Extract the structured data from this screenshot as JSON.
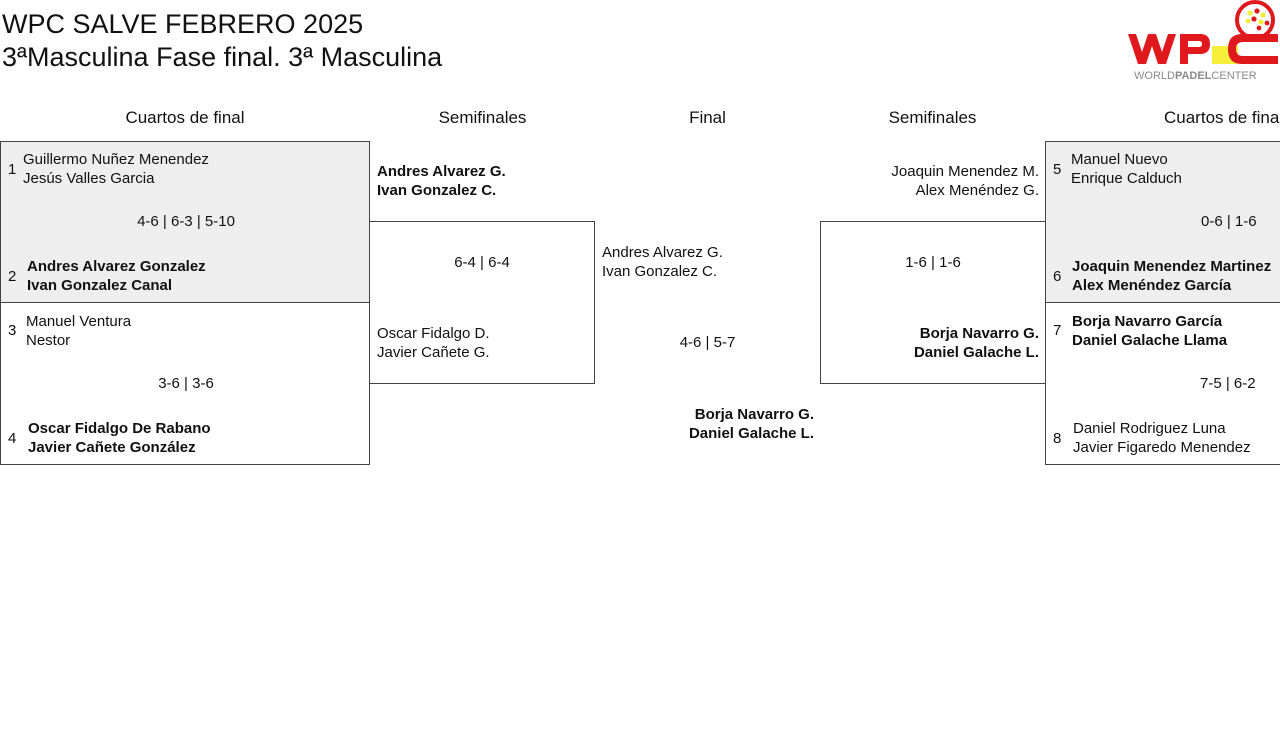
{
  "header": {
    "title_line1": "WPC SALVE FEBRERO 2025",
    "title_line2": "3ªMasculina Fase final. 3ª Masculina"
  },
  "logo": {
    "text_wpc": "WPC",
    "text_world": "WORLD",
    "text_padel": "PADEL",
    "text_center": "CENTER",
    "colors": {
      "red": "#e0191f",
      "yellow": "#f5ee3a",
      "gray": "#8a8a8a"
    }
  },
  "columns": {
    "left_quarters": "Cuartos de final",
    "left_semis": "Semifinales",
    "final": "Final",
    "right_semis": "Semifinales",
    "right_quarters": "Cuartos de final"
  },
  "left_quarters": [
    {
      "score": "4-6 | 6-3 | 5-10",
      "top": {
        "seed": "1",
        "p1": "Guillermo Nuñez Menendez",
        "p2": "Jesús Valles Garcia"
      },
      "bottom": {
        "seed": "2",
        "p1": "Andres Alvarez Gonzalez",
        "p2": "Ivan Gonzalez Canal"
      }
    },
    {
      "score": "3-6 | 3-6",
      "top": {
        "seed": "3",
        "p1": "Manuel Ventura",
        "p2": "Nestor"
      },
      "bottom": {
        "seed": "4",
        "p1": "Oscar Fidalgo De Rabano",
        "p2": "Javier Cañete González"
      }
    }
  ],
  "right_quarters": [
    {
      "score": "0-6 | 1-6",
      "top": {
        "seed": "5",
        "p1": "Manuel Nuevo",
        "p2": "Enrique Calduch"
      },
      "bottom": {
        "seed": "6",
        "p1": "Joaquin Menendez Martinez",
        "p2": "Alex Menéndez García"
      }
    },
    {
      "score": "7-5 | 6-2",
      "top": {
        "seed": "7",
        "p1": "Borja Navarro García",
        "p2": "Daniel Galache Llama"
      },
      "bottom": {
        "seed": "8",
        "p1": "Daniel Rodriguez Luna",
        "p2": "Javier Figaredo Menendez"
      }
    }
  ],
  "left_semi": {
    "score": "6-4 | 6-4",
    "top": {
      "p1": "Andres Alvarez G.",
      "p2": "Ivan Gonzalez C."
    },
    "bottom": {
      "p1": "Oscar Fidalgo D.",
      "p2": "Javier Cañete G."
    }
  },
  "right_semi": {
    "score": "1-6 | 1-6",
    "top": {
      "p1": "Joaquin Menendez M.",
      "p2": "Alex Menéndez G."
    },
    "bottom": {
      "p1": "Borja Navarro G.",
      "p2": "Daniel Galache L."
    }
  },
  "final": {
    "score": "4-6 | 5-7",
    "top": {
      "p1": "Andres Alvarez G.",
      "p2": "Ivan Gonzalez C."
    },
    "bottom": {
      "p1": "Borja Navarro G.",
      "p2": "Daniel Galache L."
    }
  }
}
